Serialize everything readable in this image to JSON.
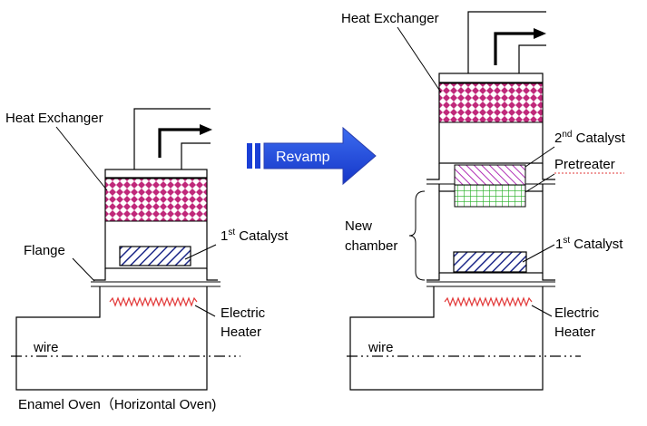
{
  "labels": {
    "heat_exchanger_left": "Heat Exchanger",
    "heat_exchanger_right": "Heat Exchanger",
    "flange": "Flange",
    "catalyst1_left_num": "1",
    "catalyst1_left_sup": "st",
    "catalyst1_left_word": " Catalyst",
    "catalyst2_num": "2",
    "catalyst2_sup": "nd",
    "catalyst2_word": " Catalyst",
    "pretreater": "Pretreater",
    "catalyst1_right_num": "1",
    "catalyst1_right_sup": "st",
    "catalyst1_right_word": " Catalyst",
    "new_chamber_line1": "New",
    "new_chamber_line2": "chamber",
    "electric_heater_left_line1": "Electric",
    "electric_heater_left_line2": "Heater",
    "electric_heater_right_line1": "Electric",
    "electric_heater_right_line2": "Heater",
    "wire_left": "wire",
    "wire_right": "wire",
    "caption": "Enamel Oven（Horizontal Oven)",
    "revamp": "Revamp"
  },
  "colors": {
    "heat_exchanger_fill": "#c0287a",
    "catalyst1_hatch": "#1f2a8a",
    "catalyst2_hatch": "#b02fb5",
    "pretreater_grid": "#1fae1f",
    "heater_coil": "#e23a3a",
    "revamp_arrow": "#1a3fd6"
  }
}
